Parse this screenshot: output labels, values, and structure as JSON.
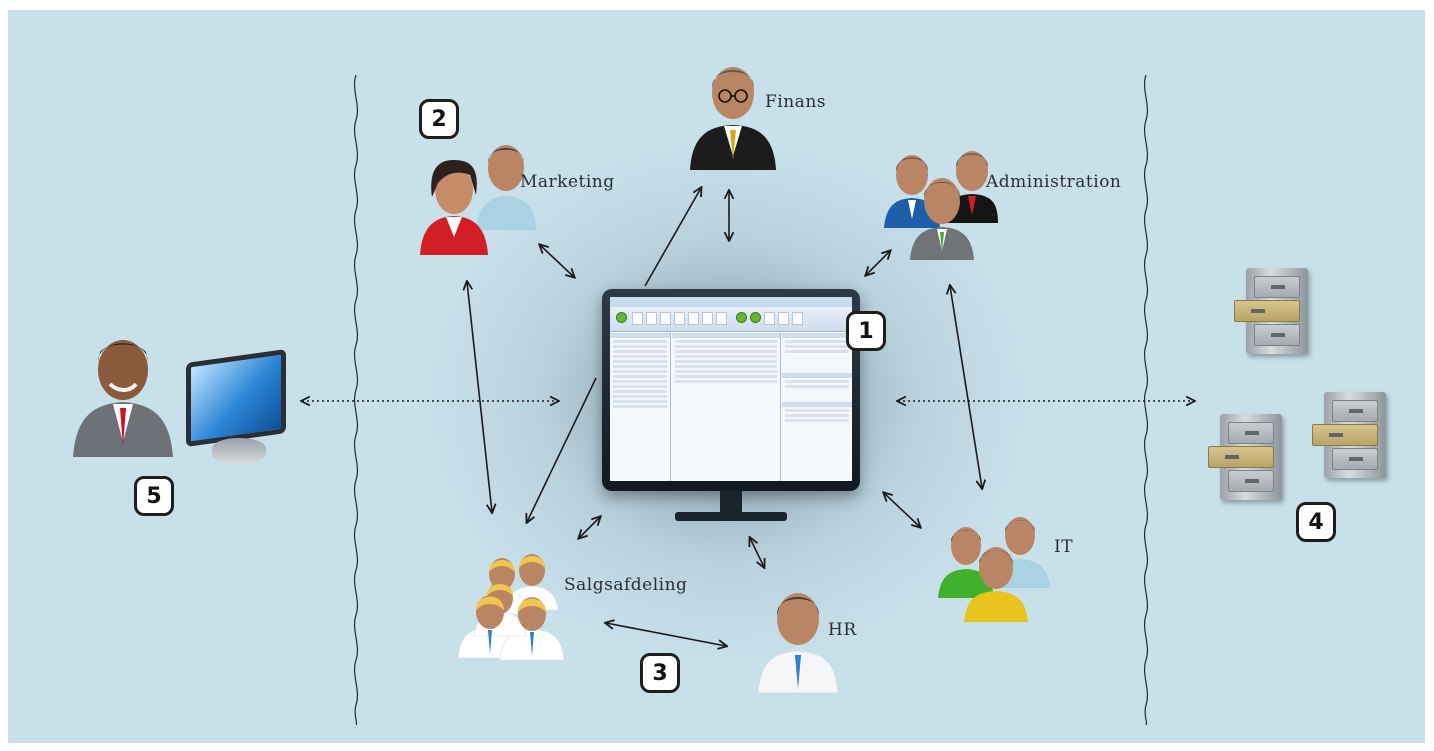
{
  "labels": {
    "finans": "Finans",
    "marketing": "Marketing",
    "administration": "Administration",
    "it": "IT",
    "salgsafdeling": "Salgsafdeling",
    "hr": "HR"
  },
  "badges": {
    "b1": "1",
    "b2": "2",
    "b3": "3",
    "b4": "4",
    "b5": "5"
  },
  "colors": {
    "background": "#c8e0ea",
    "arrow": "#1b1b1b",
    "marketing_female": "#d21f26",
    "shirt_blue": "#a9d3e2",
    "tie_gold": "#d9a51c",
    "it_green": "#41b02d",
    "it_yellow": "#e7c51c",
    "sales_hair": "#f0c64e"
  },
  "icons": {
    "finans": "businessman-glasses-icon",
    "marketing": "couple-users-icon",
    "administration": "group-of-managers-icon",
    "it": "it-team-icon",
    "salgsafdeling": "sales-team-icon",
    "hr": "hr-person-icon",
    "external_user": "user-at-computer-icon",
    "archive": "filing-cabinet-icon",
    "system": "crm-application-monitor-icon"
  }
}
